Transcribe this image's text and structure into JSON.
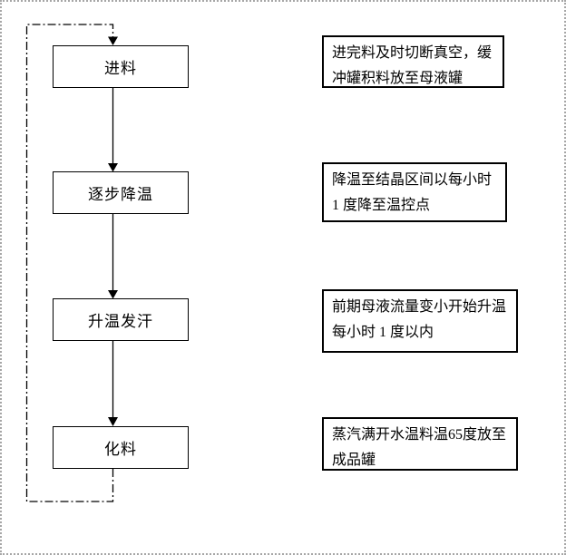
{
  "diagram": {
    "type": "flowchart",
    "colors": {
      "line": "#000000",
      "box_border": "#000000",
      "text": "#000000",
      "page_border": "#a6a6a6",
      "background": "#ffffff"
    },
    "steps": [
      {
        "label": "进料",
        "note": "进完料及时切断真空，缓冲罐积料放至母液罐",
        "note_lines": [
          "进完料及时切断真空，缓",
          "冲罐积料放至母液罐"
        ]
      },
      {
        "label": "逐步降温",
        "note": "降温至结晶区间以每小时 1 度降至温控点",
        "note_lines": [
          "降温至结晶区间以每小时",
          "1 度降至温控点"
        ]
      },
      {
        "label": "升温发汗",
        "note": "前期母液流量变小开始升温每小时 1 度以内",
        "note_lines": [
          "前期母液流量变小开始升温",
          "每小时 1 度以内"
        ]
      },
      {
        "label": "化料",
        "note": "蒸汽满开水温料温65度放至成品罐",
        "note_lines": [
          "蒸汽满开水温料温65度放至",
          "成品罐"
        ]
      }
    ],
    "loop": {
      "description": "dash-dot recycle line from 化料 back to 进料"
    }
  }
}
